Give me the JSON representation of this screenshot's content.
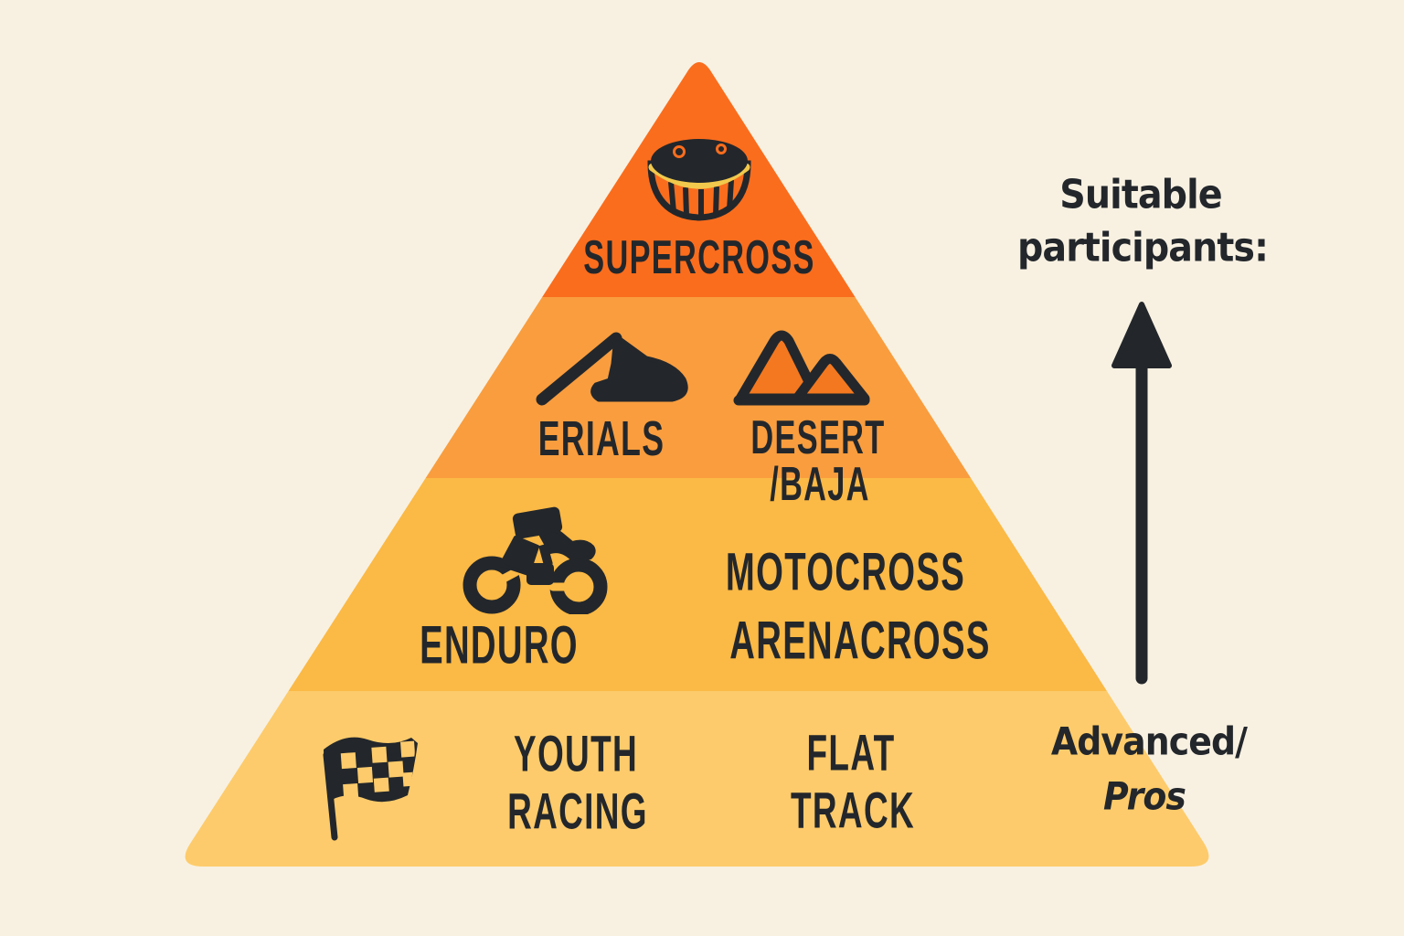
{
  "pyramid": {
    "tiers": [
      {
        "name": "supercross",
        "color": "#fa6d1d",
        "icon": "stadium-icon",
        "labels": {
          "main": "SUPERCROSS"
        }
      },
      {
        "name": "erials-desert",
        "color": "#f99d3e",
        "icons": [
          "hill-icon",
          "desert-mountains-icon"
        ],
        "labels": {
          "left": "ERIALS",
          "right_line1": "DESERT",
          "right_line2": "/BAJA"
        }
      },
      {
        "name": "enduro-motocross",
        "color": "#fbb945",
        "icons": [
          "dirt-bike-icon"
        ],
        "labels": {
          "left": "ENDURO",
          "right_line1": "MOTOCROSS",
          "right_line2": "ARENACROSS"
        }
      },
      {
        "name": "youth-flattrack",
        "color": "#fdcb6b",
        "icons": [
          "checkered-flag-icon"
        ],
        "labels": {
          "left_line1": "YOUTH",
          "left_line2": "RACING",
          "right_line1": "FLAT",
          "right_line2": "TRACK"
        }
      }
    ]
  },
  "sidebar": {
    "heading_line1": "Suitable",
    "heading_line2": "participants:",
    "arrow_icon": "up-arrow-icon",
    "level_line1": "Advanced/",
    "level_line2": "Pros"
  },
  "colors": {
    "background": "#f8f1e2",
    "text": "#23272b",
    "tier1": "#fa6d1d",
    "tier2": "#f99d3e",
    "tier3": "#fbb945",
    "tier4": "#fdcb6b",
    "stadium_band_yellow": "#f2c94c",
    "desert_fill_orange": "#f4781f"
  }
}
